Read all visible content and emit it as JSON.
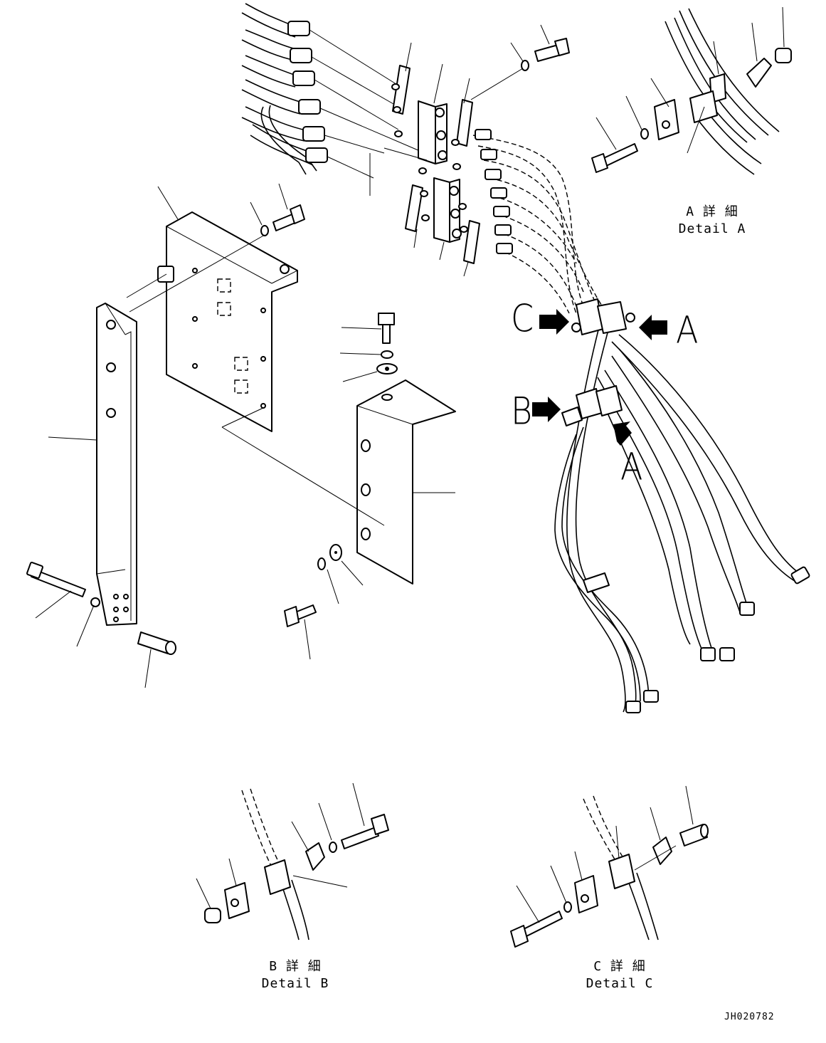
{
  "callouts": {
    "A_upper": "A",
    "A_lower": "A",
    "B": "B",
    "C": "C"
  },
  "captions": {
    "detail_a": {
      "jp": "A 詳 細",
      "en": "Detail A"
    },
    "detail_b": {
      "jp": "B 詳 細",
      "en": "Detail B"
    },
    "detail_c": {
      "jp": "C 詳 細",
      "en": "Detail C"
    }
  },
  "drawing_id": "JH020782"
}
